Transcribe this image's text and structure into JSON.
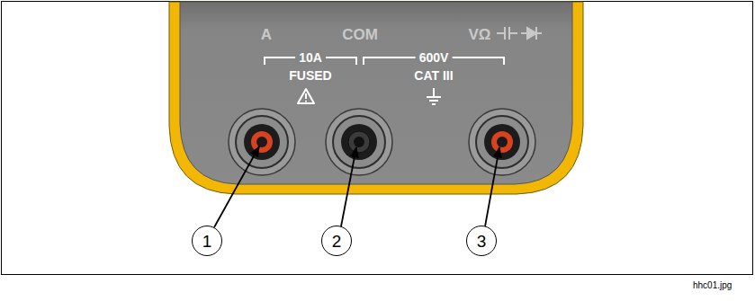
{
  "diagram": {
    "nodes": [
      {
        "text": [
          "1"
        ]
      },
      {
        "text": [
          "2"
        ]
      },
      {
        "text": [
          "3"
        ]
      }
    ],
    "labels": [
      "A",
      "10A",
      "FUSED",
      "COM",
      "600V",
      "CAT III",
      "VΩ",
      "hhc01.jpg"
    ]
  }
}
